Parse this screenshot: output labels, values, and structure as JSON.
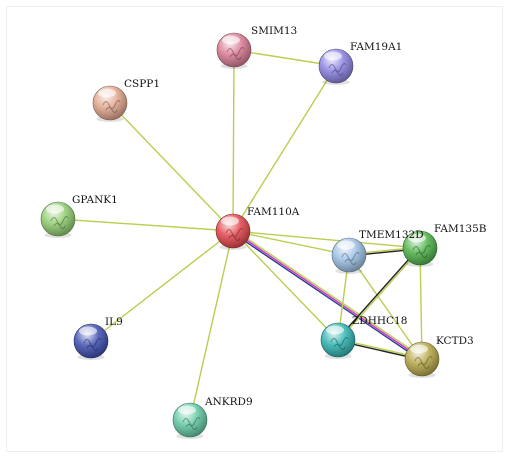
{
  "network": {
    "nodes": [
      {
        "id": "FAM110A",
        "label": "FAM110A",
        "color": "#e2454b"
      },
      {
        "id": "SMIM13",
        "label": "SMIM13",
        "color": "#d97a93"
      },
      {
        "id": "FAM19A1",
        "label": "FAM19A1",
        "color": "#8a82e0"
      },
      {
        "id": "CSPP1",
        "label": "CSPP1",
        "color": "#e0a68c"
      },
      {
        "id": "GPANK1",
        "label": "GPANK1",
        "color": "#8fcc6e"
      },
      {
        "id": "IL9",
        "label": "IL9",
        "color": "#3d4fb0"
      },
      {
        "id": "ANKRD9",
        "label": "ANKRD9",
        "color": "#62c9a2"
      },
      {
        "id": "TMEM132D",
        "label": "TMEM132D",
        "color": "#9cc0e3"
      },
      {
        "id": "FAM135B",
        "label": "FAM135B",
        "color": "#4eb24a"
      },
      {
        "id": "ZDHHC18",
        "label": "ZDHHC18",
        "color": "#2fb3b0"
      },
      {
        "id": "KCTD3",
        "label": "KCTD3",
        "color": "#b5a548"
      }
    ],
    "edges": [
      {
        "source": "FAM110A",
        "target": "SMIM13",
        "colors": [
          "#b8cf50"
        ]
      },
      {
        "source": "FAM110A",
        "target": "FAM19A1",
        "colors": [
          "#b8cf50"
        ]
      },
      {
        "source": "FAM110A",
        "target": "CSPP1",
        "colors": [
          "#b8cf50"
        ]
      },
      {
        "source": "FAM110A",
        "target": "GPANK1",
        "colors": [
          "#b8cf50"
        ]
      },
      {
        "source": "FAM110A",
        "target": "IL9",
        "colors": [
          "#b8cf50"
        ]
      },
      {
        "source": "FAM110A",
        "target": "ANKRD9",
        "colors": [
          "#b8cf50"
        ]
      },
      {
        "source": "FAM110A",
        "target": "TMEM132D",
        "colors": [
          "#b8cf50"
        ]
      },
      {
        "source": "FAM110A",
        "target": "FAM135B",
        "colors": [
          "#b8cf50"
        ]
      },
      {
        "source": "FAM110A",
        "target": "ZDHHC18",
        "colors": [
          "#b8cf50"
        ]
      },
      {
        "source": "FAM110A",
        "target": "KCTD3",
        "colors": [
          "#b8cf50",
          "#cc2fcc",
          "#2a3c8c"
        ]
      },
      {
        "source": "SMIM13",
        "target": "FAM19A1",
        "colors": [
          "#b8cf50"
        ]
      },
      {
        "source": "TMEM132D",
        "target": "FAM135B",
        "colors": [
          "#b8cf50",
          "#222222"
        ]
      },
      {
        "source": "TMEM132D",
        "target": "ZDHHC18",
        "colors": [
          "#b8cf50"
        ]
      },
      {
        "source": "TMEM132D",
        "target": "KCTD3",
        "colors": [
          "#b8cf50"
        ]
      },
      {
        "source": "FAM135B",
        "target": "ZDHHC18",
        "colors": [
          "#b8cf50",
          "#222222"
        ]
      },
      {
        "source": "FAM135B",
        "target": "KCTD3",
        "colors": [
          "#b8cf50"
        ]
      },
      {
        "source": "ZDHHC18",
        "target": "KCTD3",
        "colors": [
          "#b8cf50",
          "#222222"
        ]
      }
    ]
  }
}
